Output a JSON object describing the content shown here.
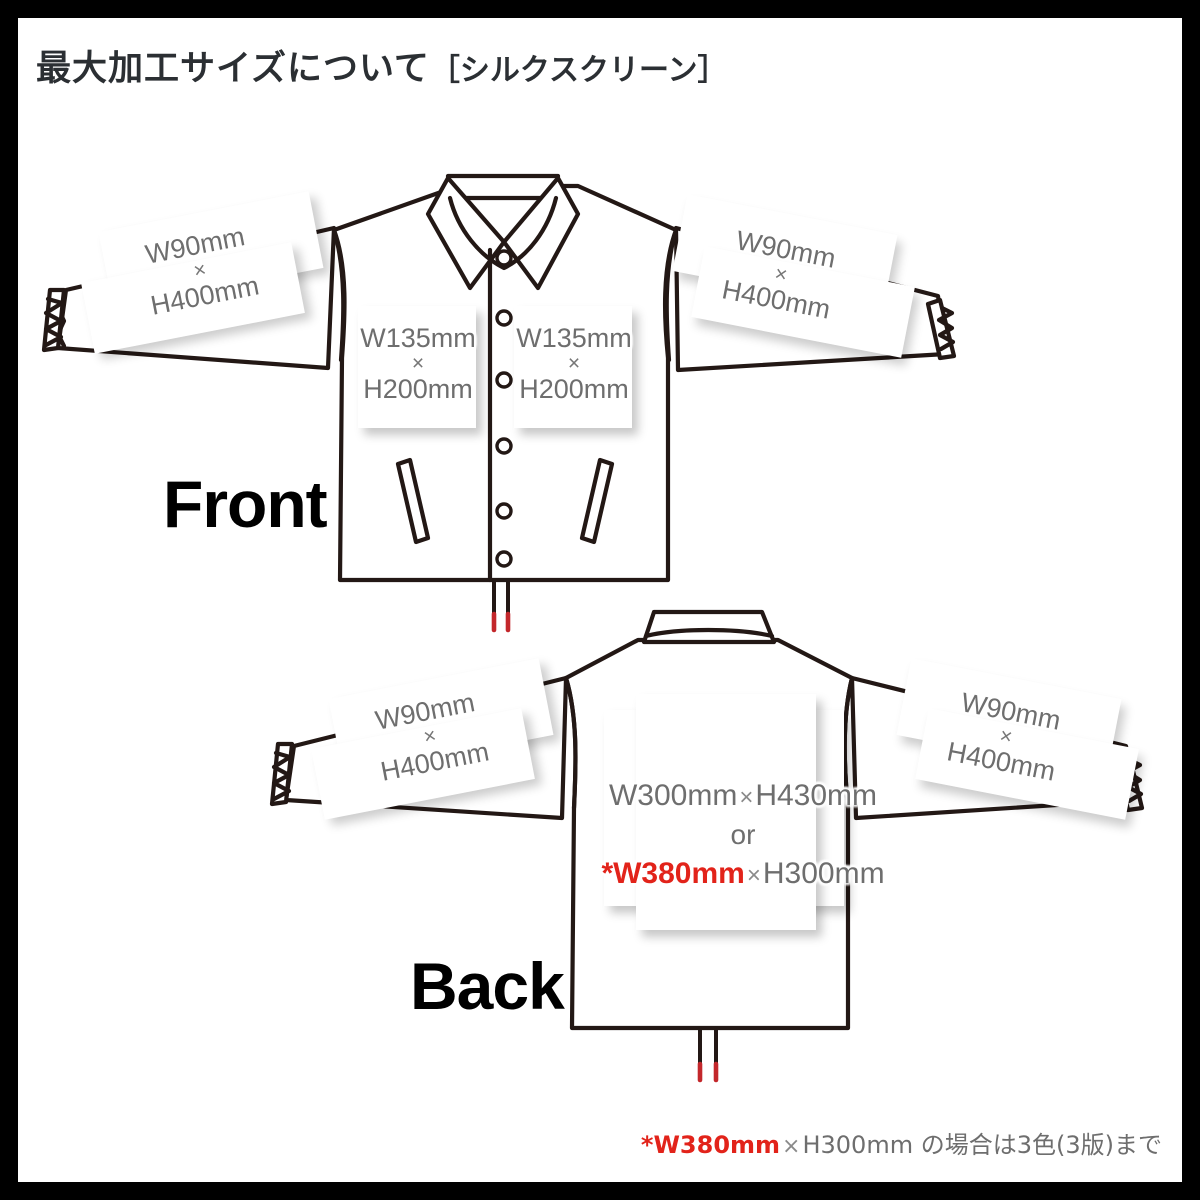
{
  "page": {
    "title_main": "最大加工サイズについて",
    "title_bracket": "［シルクスクリーン］",
    "border_color": "#000000",
    "background_color": "#ffffff"
  },
  "colors": {
    "accent_red": "#e2231a",
    "dim_text": "#6e6e6e",
    "outline": "#231815",
    "title_text": "#2b2f33"
  },
  "views": {
    "front": {
      "label": "Front",
      "sleeve_left": {
        "width": "W90mm",
        "sep": "×",
        "height": "H400mm"
      },
      "sleeve_right": {
        "width": "W90mm",
        "sep": "×",
        "height": "H400mm"
      },
      "chest_left": {
        "width": "W135mm",
        "sep": "×",
        "height": "H200mm"
      },
      "chest_right": {
        "width": "W135mm",
        "sep": "×",
        "height": "H200mm"
      }
    },
    "back": {
      "label": "Back",
      "sleeve_left": {
        "width": "W90mm",
        "sep": "×",
        "height": "H400mm"
      },
      "sleeve_right": {
        "width": "W90mm",
        "sep": "×",
        "height": "H400mm"
      },
      "body": {
        "option1_w": "W300mm",
        "option1_sep": "×",
        "option1_h": "H430mm",
        "or": "or",
        "option2_w": "*W380mm",
        "option2_sep": "×",
        "option2_h": "H300mm"
      }
    }
  },
  "footnote": {
    "marked_size": "*W380mm",
    "sep": "×",
    "size2": "H300mm",
    "text": " の場合は3色(3版)まで"
  }
}
